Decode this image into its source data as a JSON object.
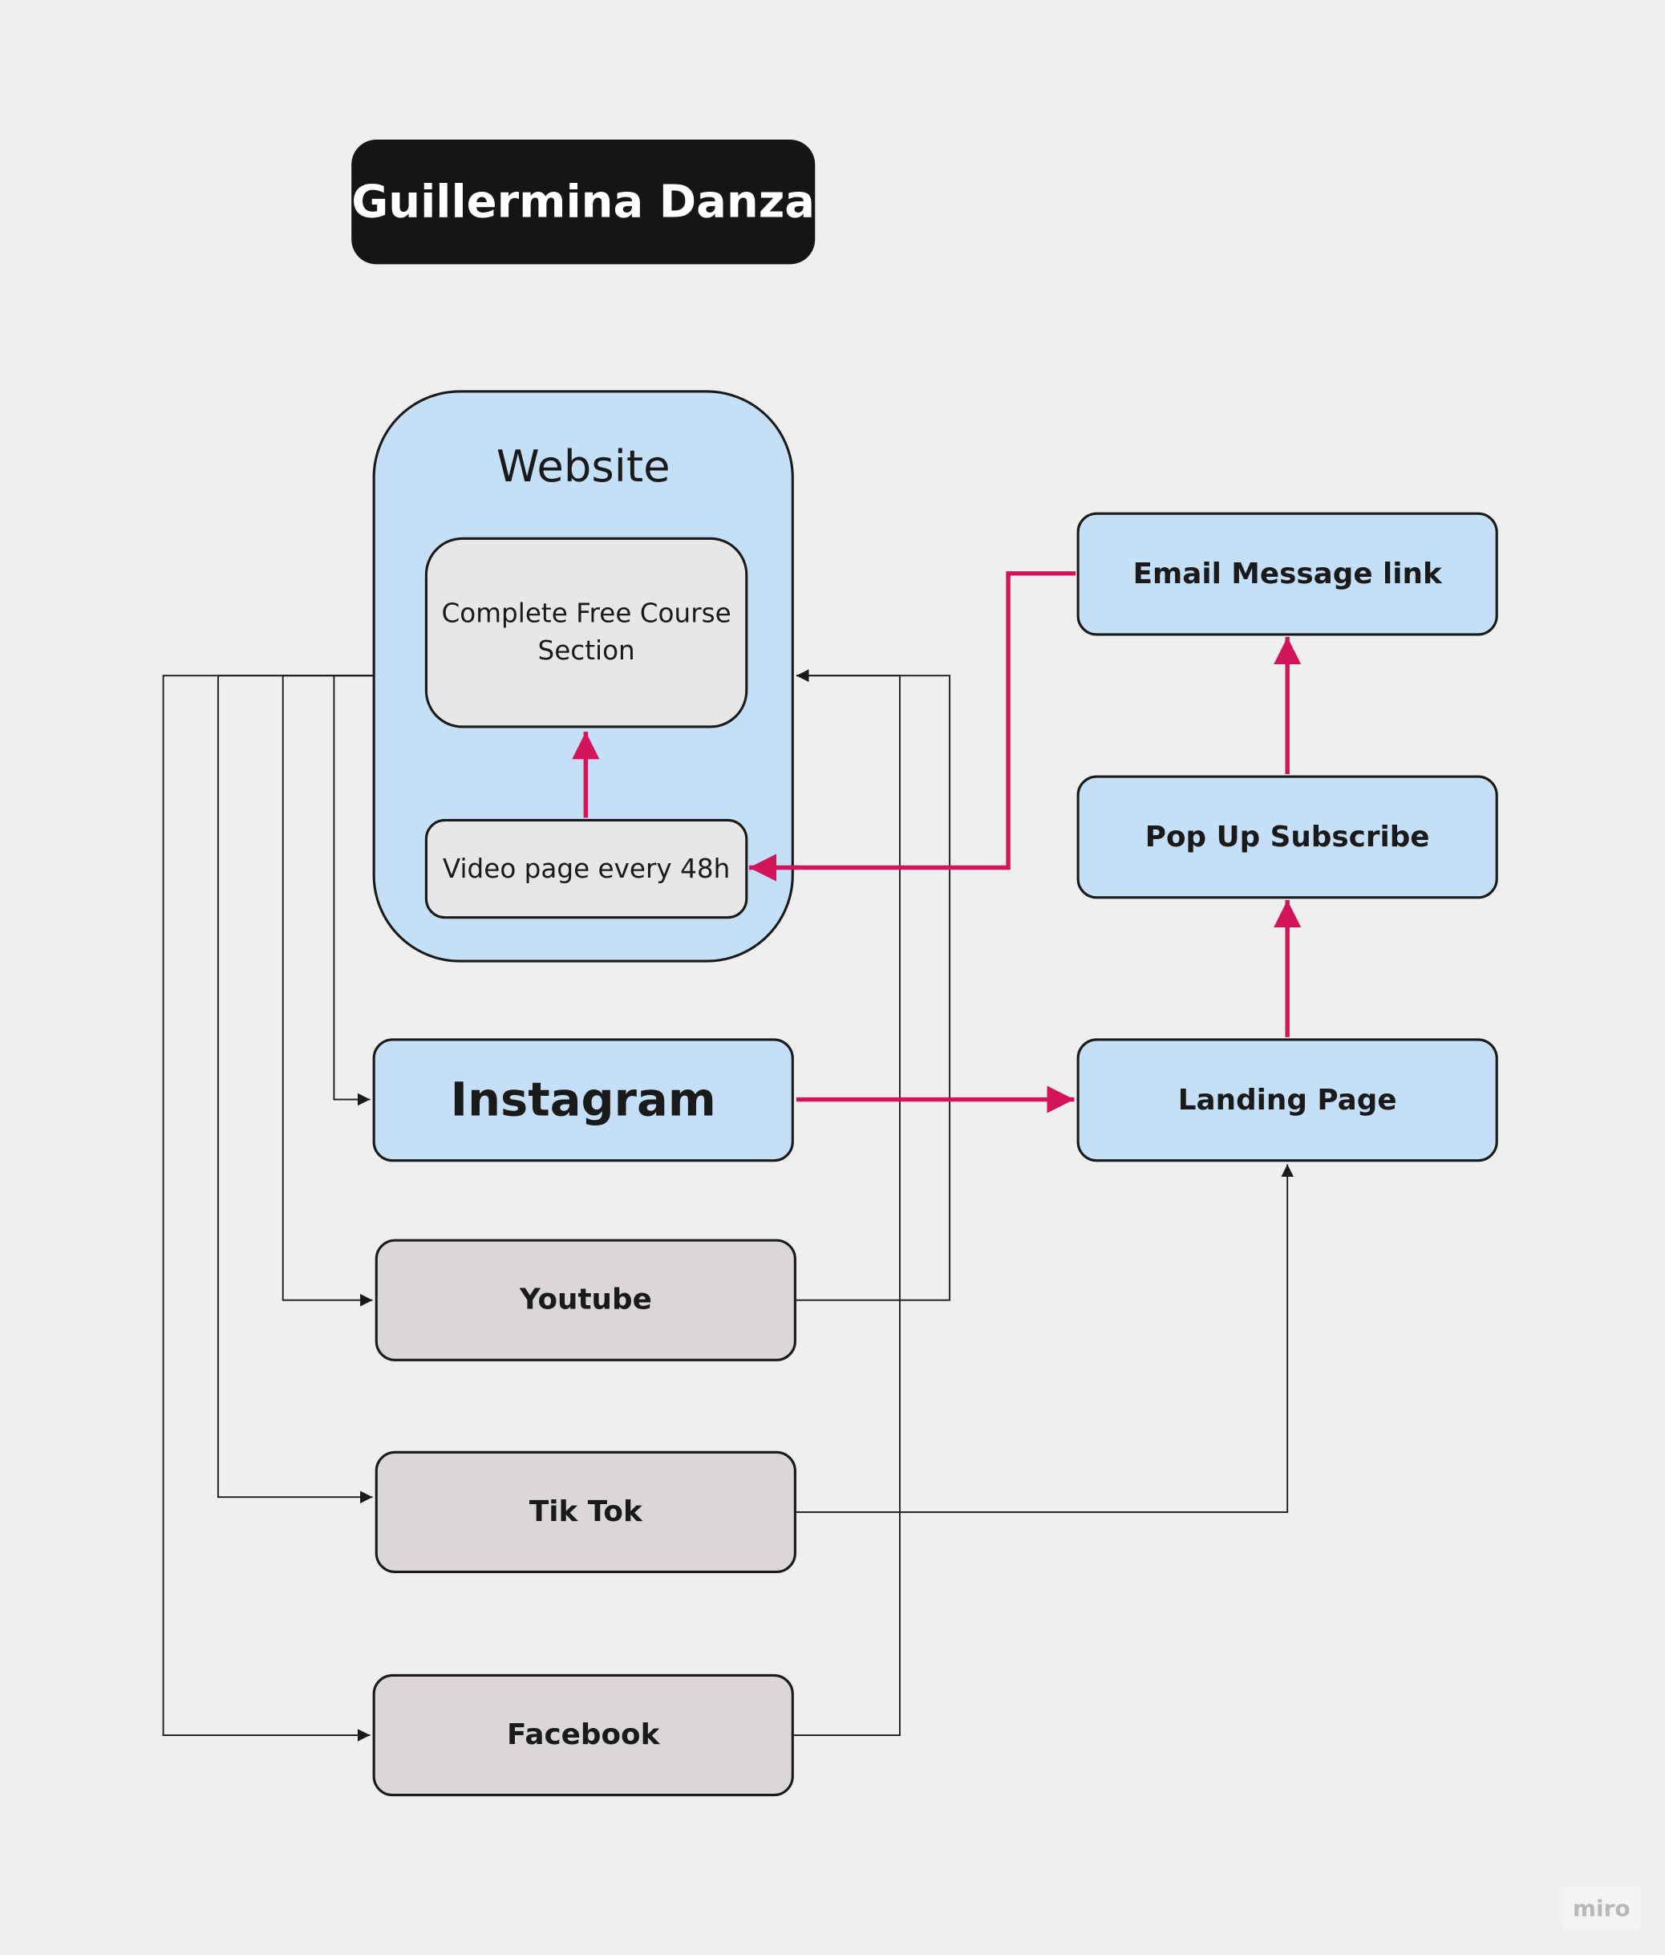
{
  "title": "Guillermina Danza",
  "nodes": {
    "website": "Website",
    "complete_free_course": "Complete Free Course Section",
    "video_page": "Video page every 48h",
    "instagram": "Instagram",
    "youtube": "Youtube",
    "tiktok": "Tik Tok",
    "facebook": "Facebook",
    "email_message_link": "Email Message link",
    "pop_up_subscribe": "Pop Up Subscribe",
    "landing_page": "Landing Page"
  },
  "edges": [
    {
      "from": "website",
      "to": "instagram",
      "style": "thin"
    },
    {
      "from": "website",
      "to": "youtube",
      "style": "thin"
    },
    {
      "from": "website",
      "to": "tiktok",
      "style": "thin"
    },
    {
      "from": "website",
      "to": "facebook",
      "style": "thin"
    },
    {
      "from": "youtube",
      "to": "website",
      "style": "thin"
    },
    {
      "from": "facebook",
      "to": "website",
      "style": "thin"
    },
    {
      "from": "tiktok",
      "to": "landing_page",
      "style": "thin"
    },
    {
      "from": "instagram",
      "to": "landing_page",
      "style": "highlight"
    },
    {
      "from": "landing_page",
      "to": "pop_up_subscribe",
      "style": "highlight"
    },
    {
      "from": "pop_up_subscribe",
      "to": "email_message_link",
      "style": "highlight"
    },
    {
      "from": "email_message_link",
      "to": "video_page",
      "style": "highlight"
    },
    {
      "from": "video_page",
      "to": "complete_free_course",
      "style": "highlight"
    }
  ],
  "watermark": "miro",
  "colors": {
    "background": "#efefef",
    "title_fill": "#151515",
    "blue_fill": "#c5dff7",
    "grey_fill": "#dcd7d7",
    "light_fill": "#e7e7e7",
    "highlight_edge": "#d4145a",
    "thin_edge": "#1a1a1a"
  }
}
